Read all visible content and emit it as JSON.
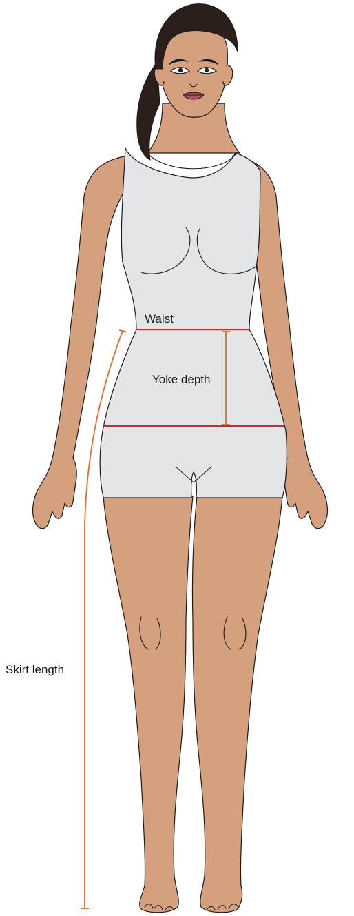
{
  "labels": {
    "waist": "Waist",
    "yoke_depth": "Yoke depth",
    "skirt_length": "Skirt length"
  },
  "colors": {
    "skin": "#d4a07e",
    "garment": "#e4e5e7",
    "hair": "#2a1f1b",
    "outline": "#1a1a1a",
    "measure_line": "#e02020",
    "measure_arrow": "#e8692a",
    "lips": "#b4535a"
  }
}
